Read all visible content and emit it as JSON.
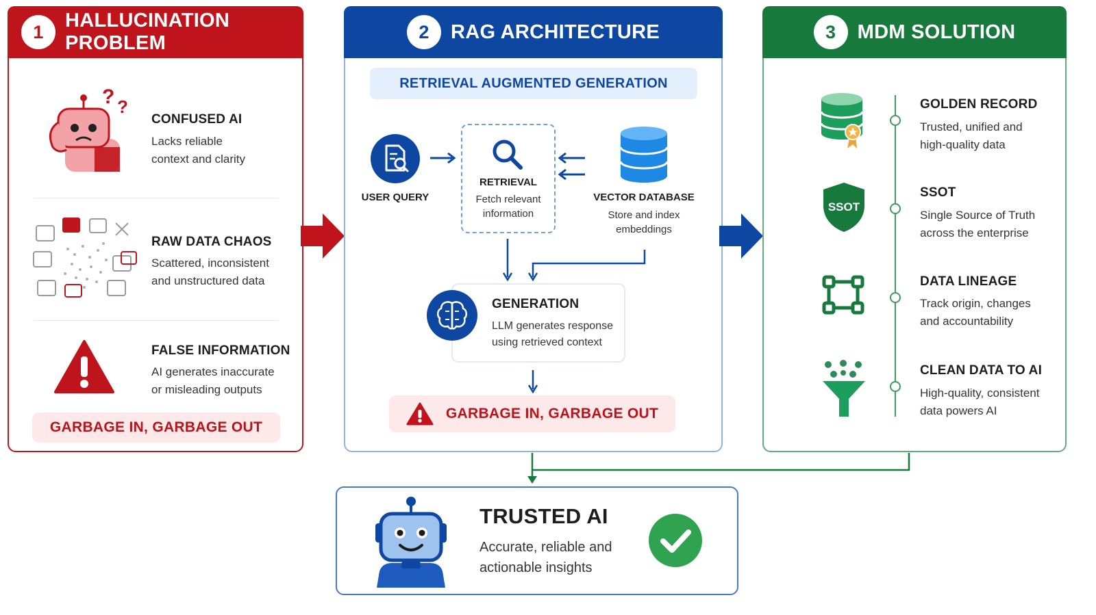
{
  "panels": {
    "hallucination": {
      "number": "1",
      "title": "HALLUCINATION PROBLEM",
      "items": [
        {
          "title": "CONFUSED AI",
          "desc": [
            "Lacks reliable",
            "context and clarity"
          ]
        },
        {
          "title": "RAW DATA CHAOS",
          "desc": [
            "Scattered, inconsistent",
            "and unstructured data"
          ]
        },
        {
          "title": "FALSE INFORMATION",
          "desc": [
            "AI generates inaccurate",
            "or misleading outputs"
          ]
        }
      ],
      "footer": "GARBAGE IN, GARBAGE OUT"
    },
    "rag": {
      "number": "2",
      "title": "RAG ARCHITECTURE",
      "subtitle": "RETRIEVAL AUGMENTED GENERATION",
      "user_query": "USER QUERY",
      "retrieval": {
        "title": "RETRIEVAL",
        "desc": [
          "Fetch relevant",
          "information"
        ]
      },
      "vector_db": {
        "title": "VECTOR DATABASE",
        "desc": [
          "Store and index",
          "embeddings"
        ]
      },
      "generation": {
        "title": "GENERATION",
        "desc": [
          "LLM generates response",
          "using retrieved context"
        ]
      },
      "footer": "GARBAGE IN, GARBAGE OUT"
    },
    "mdm": {
      "number": "3",
      "title": "MDM SOLUTION",
      "ssot_shield_text": "SSOT",
      "items": [
        {
          "title": "GOLDEN RECORD",
          "desc": [
            "Trusted, unified and",
            "high-quality data"
          ]
        },
        {
          "title": "SSOT",
          "desc": [
            "Single Source of Truth",
            "across the enterprise"
          ]
        },
        {
          "title": "DATA LINEAGE",
          "desc": [
            "Track origin, changes",
            "and accountability"
          ]
        },
        {
          "title": "CLEAN DATA TO AI",
          "desc": [
            "High-quality, consistent",
            "data powers AI"
          ]
        }
      ]
    }
  },
  "trusted": {
    "title": "TRUSTED AI",
    "desc": [
      "Accurate, reliable and",
      "actionable insights"
    ]
  },
  "colors": {
    "red": "#c0141c",
    "blue": "#0d47a1",
    "green": "#177a3c",
    "light_red": "#fde9ea",
    "light_blue": "#e3effc",
    "check_green": "#2fa350"
  }
}
